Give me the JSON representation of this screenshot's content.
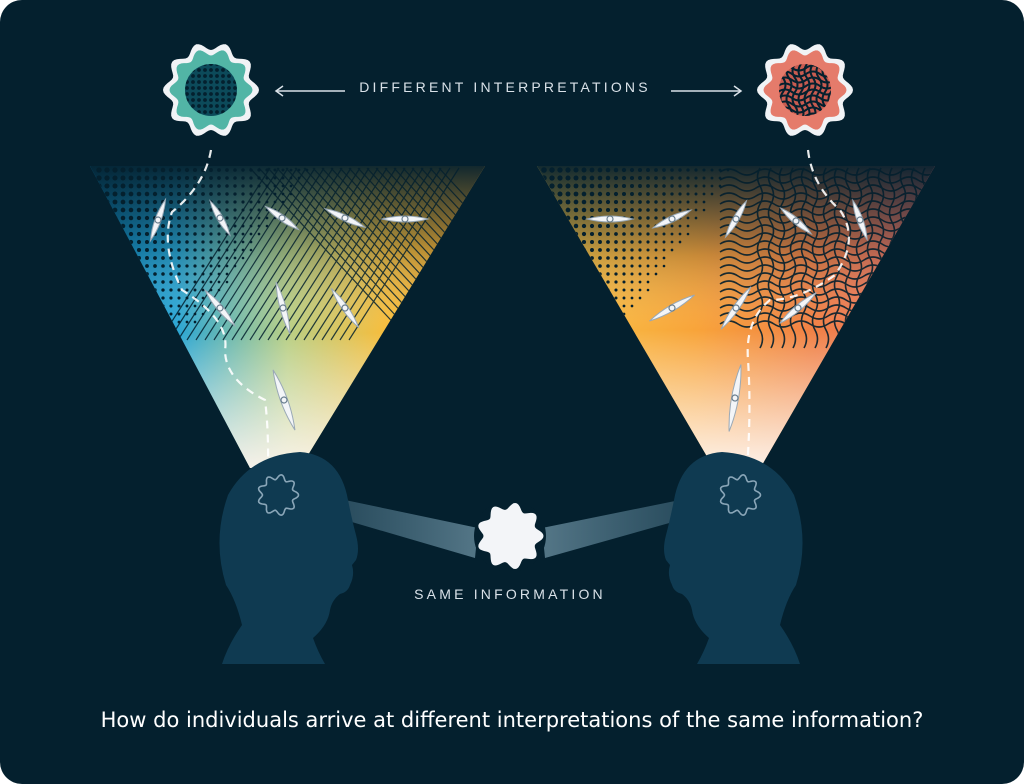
{
  "labels": {
    "top": "DIFFERENT INTERPRETATIONS",
    "middle": "SAME INFORMATION",
    "question": "How do individuals arrive at different interpretations of the same information?"
  },
  "colors": {
    "background": "#04202e",
    "head": "#0f3a51",
    "left_badge": "#52b5a6",
    "right_badge": "#e57b6b",
    "text": "#d9e1e8"
  },
  "icons": {
    "left_badge": "dotted-star-badge-icon",
    "right_badge": "woven-star-badge-icon",
    "information": "star-information-icon"
  }
}
